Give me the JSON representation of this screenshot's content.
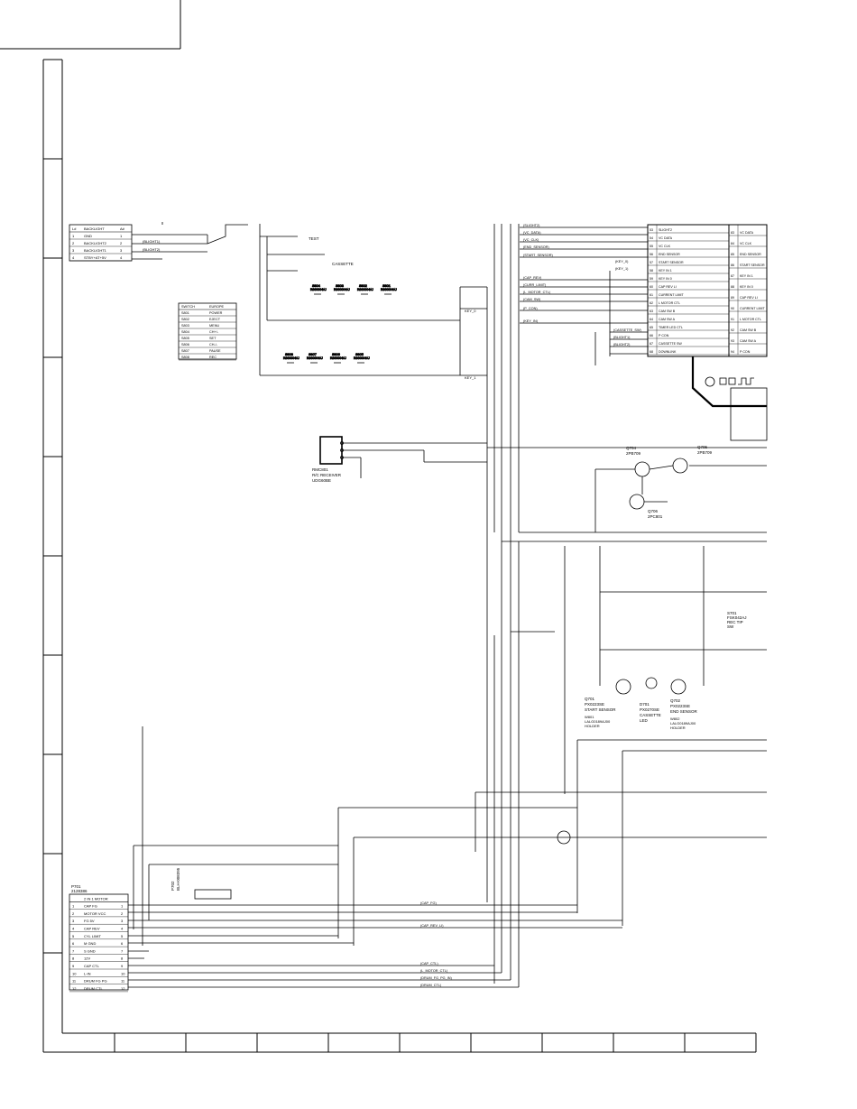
{
  "switch_table": {
    "headers": [
      "SWITCH",
      "EUROPE"
    ],
    "rows": [
      [
        "S801",
        "POWER"
      ],
      [
        "S802",
        "EJECT"
      ],
      [
        "S803",
        "MENU"
      ],
      [
        "S804",
        "CH+/-"
      ],
      [
        "S805",
        "SET"
      ],
      [
        "S806",
        "CH-/-"
      ],
      [
        "S807",
        "PAUSE"
      ],
      [
        "S808",
        "REC"
      ]
    ]
  },
  "backlight_table": {
    "headers": [
      "L#",
      "BACKLIGHT",
      "A#"
    ],
    "rows": [
      [
        "1",
        "GND",
        "1"
      ],
      [
        "2",
        "BACKLIGHT2",
        "2"
      ],
      [
        "3",
        "BACKLIGHT1",
        "3"
      ],
      [
        "4",
        "STBY+AT+5V",
        "4"
      ]
    ]
  },
  "connector_table": {
    "ref": "P701",
    "part": "2128386",
    "headers": [
      "",
      "2 IN 1 MOTOR",
      ""
    ],
    "rows": [
      [
        "1",
        "CAP FG",
        "1"
      ],
      [
        "2",
        "MOTOR VCC",
        "2"
      ],
      [
        "3",
        "FG 5V",
        "3"
      ],
      [
        "4",
        "CAP REV",
        "4"
      ],
      [
        "5",
        "CYL LIMIT",
        "5"
      ],
      [
        "6",
        "M GND",
        "6"
      ],
      [
        "7",
        "S GND",
        "7"
      ],
      [
        "8",
        "12V",
        "8"
      ],
      [
        "9",
        "CAP CTL",
        "9"
      ],
      [
        "10",
        "L-IN",
        "10"
      ],
      [
        "11",
        "DRUM FG PG",
        "11"
      ],
      [
        "12",
        "DRUM CTL",
        "12"
      ]
    ]
  },
  "ic_pins_left": [
    [
      "53",
      "SLIGHT2"
    ],
    [
      "54",
      "VC DATA"
    ],
    [
      "55",
      "VC CLK"
    ],
    [
      "56",
      "END SENSOR"
    ],
    [
      "57",
      "START SENSOR"
    ],
    [
      "58",
      "KEY IN 1"
    ],
    [
      "59",
      "KEY IN 0"
    ],
    [
      "60",
      "CAP REV LI"
    ],
    [
      "61",
      "CURRENT LIMIT"
    ],
    [
      "62",
      "L MOTOR CTL"
    ],
    [
      "63",
      "CAM SW B"
    ],
    [
      "64",
      "CAM SW A"
    ],
    [
      "65",
      "TIMER LED CTL"
    ],
    [
      "66",
      "P CON"
    ],
    [
      "67",
      "CASSETTE SW"
    ],
    [
      "68",
      "DOWNLINK"
    ]
  ],
  "ic_pins_right": [
    [
      "83",
      "VC DATA"
    ],
    [
      "84",
      "VC CLK"
    ],
    [
      "85",
      "END SENSOR"
    ],
    [
      "86",
      "START SENSOR"
    ],
    [
      "87",
      "KEY IN 1"
    ],
    [
      "88",
      "KEY IN 0"
    ],
    [
      "89",
      "CAP REV LI"
    ],
    [
      "90",
      "CURRENT LIMIT"
    ],
    [
      "91",
      "L MOTOR CTL"
    ],
    [
      "92",
      "CAM SW B"
    ],
    [
      "93",
      "CAM SW A"
    ],
    [
      "94",
      "P CON"
    ]
  ],
  "net_labels": [
    "(SLIGHT2)",
    "(VC_DATA)",
    "(VC_CLK)",
    "(END_SENSOR)",
    "(START_SENSOR)",
    "(CAP_REV)",
    "(CURR_LIMIT)",
    "(L_MOTOR_CTL)",
    "(CAM_SW)",
    "(P_CON)",
    "(KEY_IN)",
    "(CASSETTE_SW)",
    "(BLIGHT1)",
    "(BLIGHT2)",
    "(KEY_0)",
    "(KEY_1)"
  ],
  "bus_labels": [
    "(CAP_FG)",
    "(CAP_REV_LI)",
    "(CAP_CTL)",
    "(L_MOTOR_CTL)",
    "(DRUM_FG_PG_IN)",
    "(DRUM_CTL)"
  ],
  "components": {
    "remote": [
      "RMC801",
      "R/C RECEIVER",
      "UDG60BE"
    ],
    "q704": [
      "Q704",
      "2PB709"
    ],
    "q705": [
      "Q705",
      "2PB709"
    ],
    "q706": [
      "Q706",
      "2PC801"
    ],
    "q701": [
      "Q701",
      "PX0223SE",
      "START SENSOR",
      "W801",
      "LALG0189AJ00",
      "HOLDER"
    ],
    "d701": [
      "D701",
      "PX0270SE",
      "CASSETTE",
      "LED"
    ],
    "q702": [
      "Q702",
      "PX0223SE",
      "END SENSOR",
      "W802",
      "LALG0189AJ00",
      "HOLDER"
    ],
    "s701": [
      "S701",
      "FSK042AJ",
      "REC TIP",
      "SW"
    ],
    "p702": [
      "P702",
      "BLH-008395"
    ]
  },
  "switch_refs_top": [
    "S804",
    "S803",
    "S802",
    "S801"
  ],
  "switch_refs_bottom": [
    "S808",
    "S807",
    "S806",
    "S805"
  ],
  "switch_parts": "RSG0004AJ",
  "misc_labels": {
    "test": "TEST",
    "cassette": "CASSETTE",
    "key_net": "KEY_0",
    "key_net2": "KEY_1"
  },
  "row_markers": [
    "",
    "",
    "",
    "",
    "",
    "",
    "",
    "",
    "",
    ""
  ],
  "col_markers": [
    "",
    "",
    "",
    "",
    "",
    "",
    "",
    "",
    "",
    ""
  ]
}
